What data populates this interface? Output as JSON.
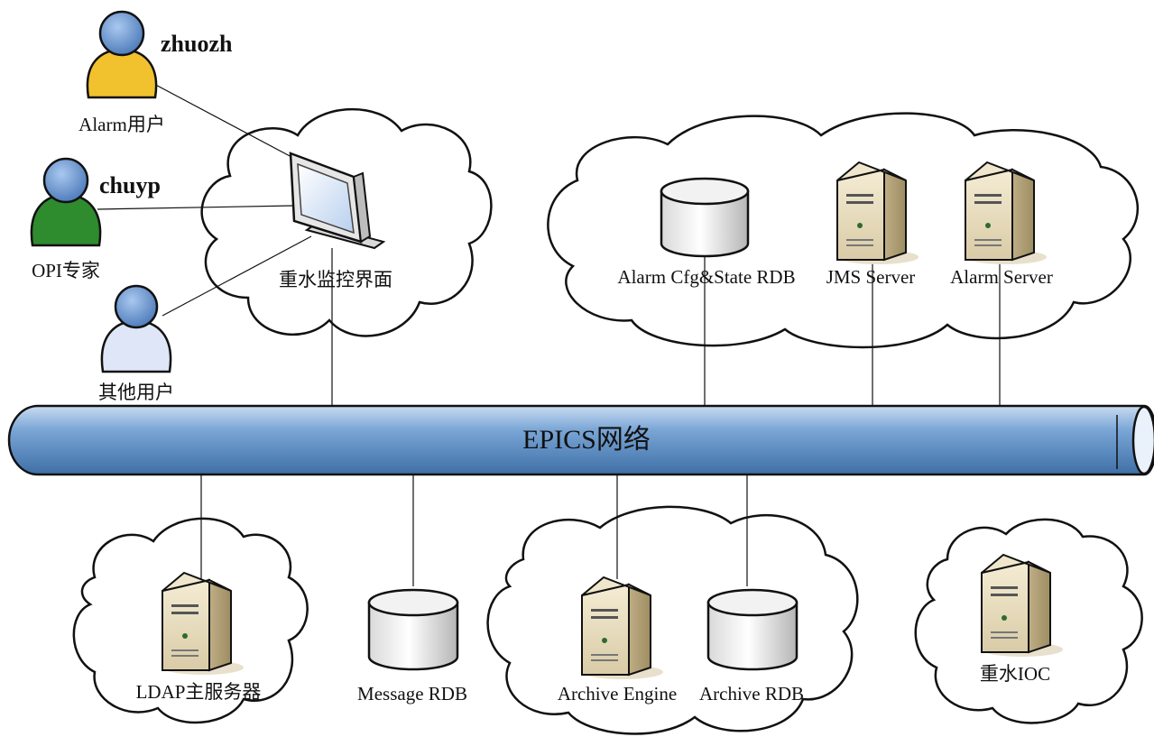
{
  "users": [
    {
      "name": "zhuozh",
      "role": "Alarm用户",
      "color": "#f2c12e"
    },
    {
      "name": "chuyp",
      "role": "OPI专家",
      "color": "#2e8b2e"
    },
    {
      "name": "",
      "role": "其他用户",
      "color": "#dfe6f7"
    }
  ],
  "monitor": {
    "label": "重水监控界面"
  },
  "alarm_cloud": {
    "rdb_label": "Alarm Cfg&State RDB",
    "jms_label": "JMS Server",
    "alarm_server_label": "Alarm Server"
  },
  "network": {
    "label": "EPICS网络",
    "color": "#5b8ec4"
  },
  "bottom": {
    "ldap_label": "LDAP主服务器",
    "message_rdb_label": "Message RDB",
    "archive_engine_label": "Archive Engine",
    "archive_rdb_label": "Archive RDB",
    "ioc_label": "重水IOC"
  }
}
